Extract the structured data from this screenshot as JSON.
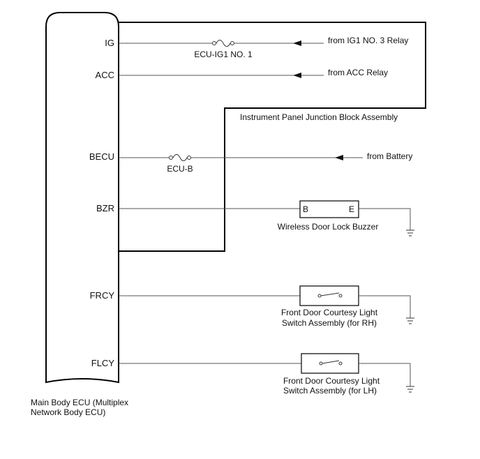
{
  "ecu": {
    "label_line1": "Main Body ECU (Multiplex",
    "label_line2": "Network Body ECU)"
  },
  "pins": {
    "ig": "IG",
    "acc": "ACC",
    "becu": "BECU",
    "bzr": "BZR",
    "frcy": "FRCY",
    "flcy": "FLCY"
  },
  "junction_block": "Instrument Panel Junction Block Assembly",
  "fuses": {
    "ig1": "ECU-IG1 NO. 1",
    "b": "ECU-B"
  },
  "sources": {
    "ig1_relay": "from IG1 NO. 3 Relay",
    "acc_relay": "from ACC Relay",
    "battery": "from Battery"
  },
  "buzzer": {
    "label": "Wireless Door Lock Buzzer",
    "pin_b": "B",
    "pin_e": "E"
  },
  "switch_rh": {
    "line1": "Front Door Courtesy Light",
    "line2": "Switch Assembly (for RH)"
  },
  "switch_lh": {
    "line1": "Front Door Courtesy Light",
    "line2": "Switch Assembly (for LH)"
  }
}
